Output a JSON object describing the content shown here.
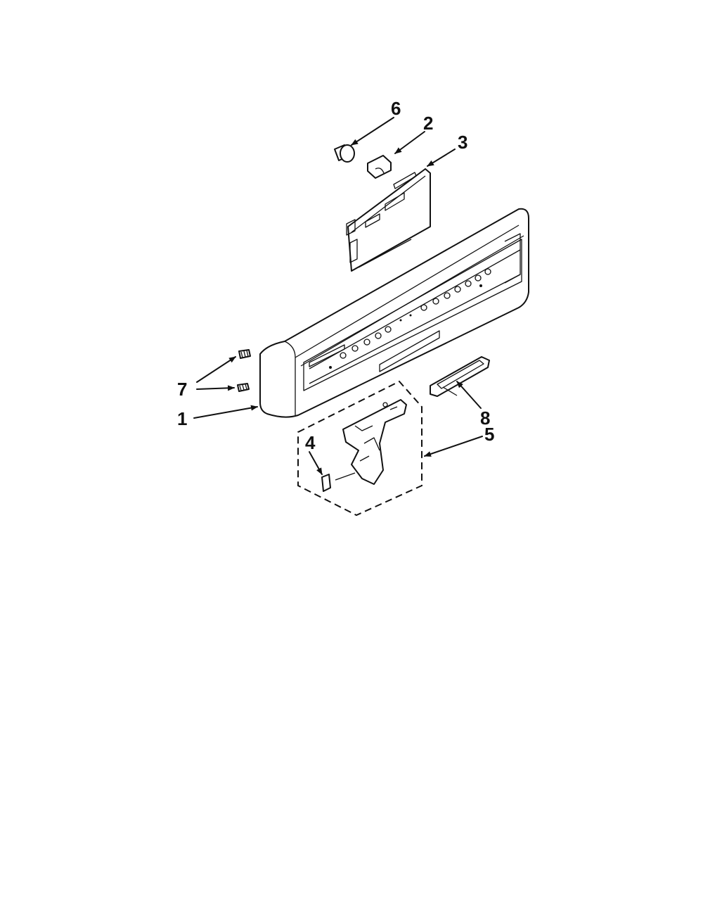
{
  "callouts": {
    "c6": "6",
    "c2": "2",
    "c3": "3",
    "c7": "7",
    "c1": "1",
    "c4": "4",
    "c8": "8",
    "c5": "5"
  }
}
